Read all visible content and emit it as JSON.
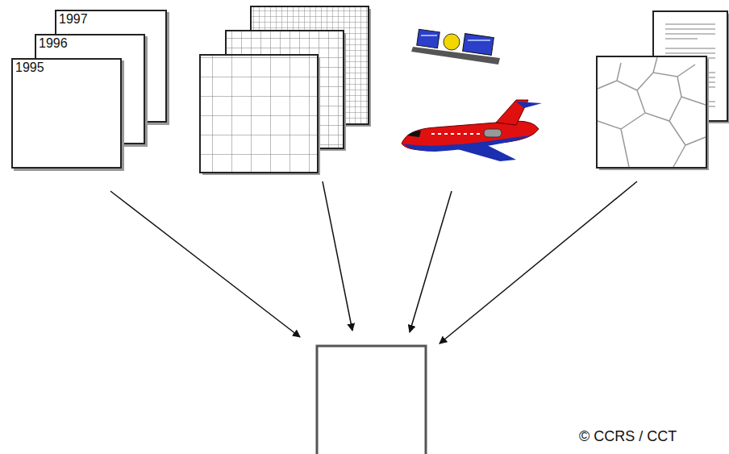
{
  "diagram": {
    "nodes": [
      {
        "text": [
          "1997"
        ]
      },
      {
        "text": [
          "1996"
        ]
      },
      {
        "text": [
          "1995"
        ]
      }
    ],
    "labels": [
      "© CCRS / CCT"
    ]
  }
}
